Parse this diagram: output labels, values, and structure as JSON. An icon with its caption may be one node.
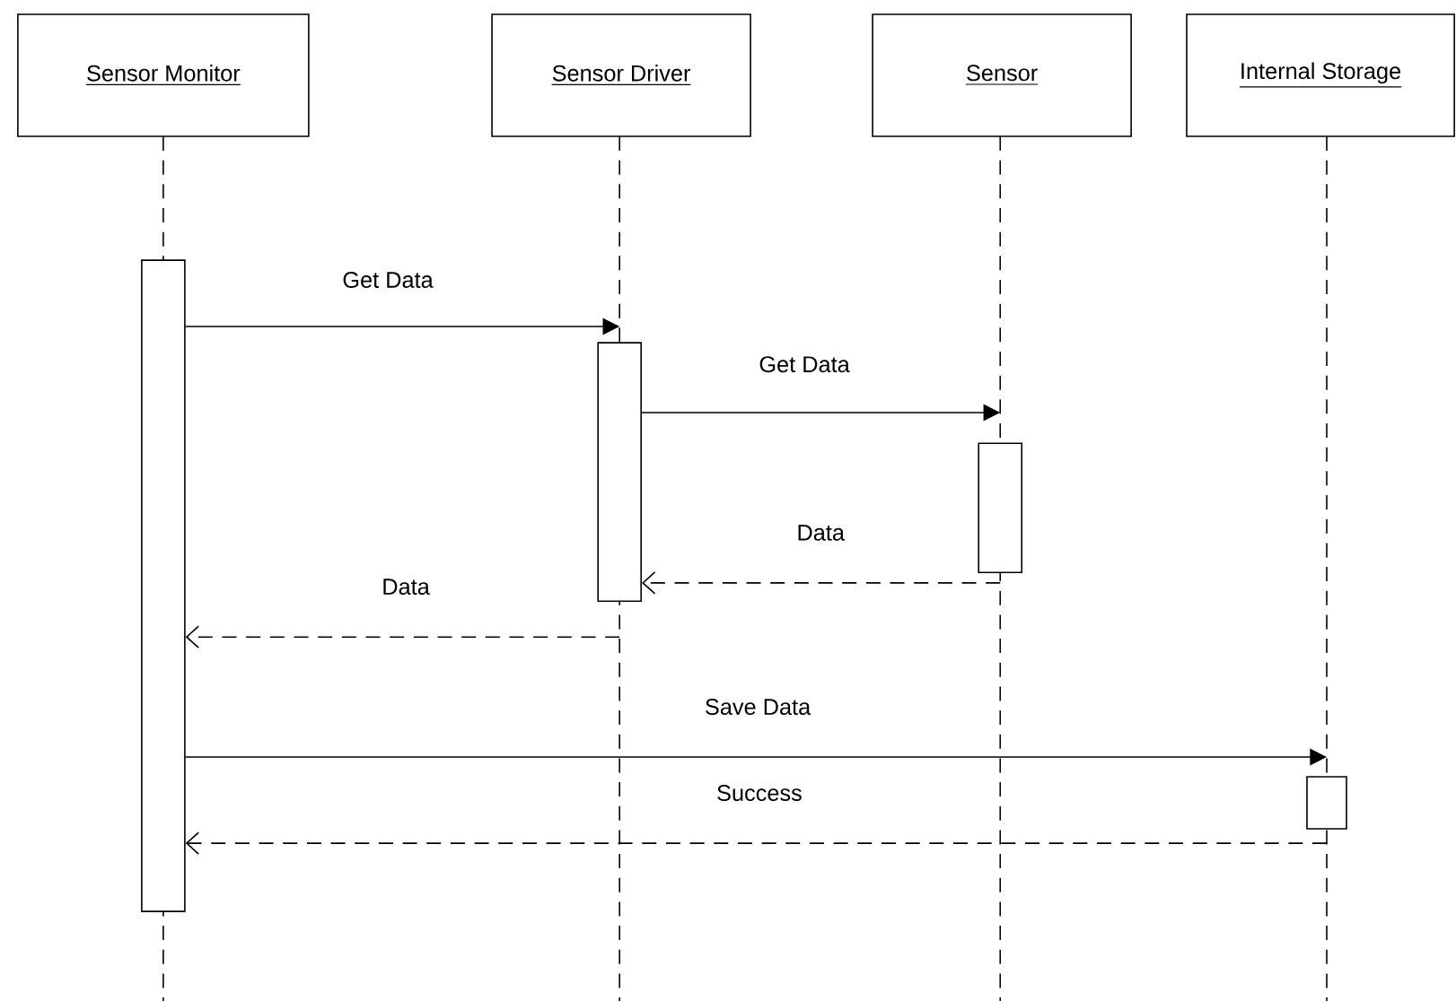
{
  "diagram": {
    "nodes": [
      {
        "text": [
          "Sensor Monitor"
        ]
      },
      {
        "text": [
          "Sensor Driver"
        ]
      },
      {
        "text": [
          "Sensor"
        ]
      },
      {
        "text": [
          "Internal Storage"
        ]
      },
      {
        "text": [],
        "shape": "bar"
      },
      {
        "text": [],
        "shape": "bar"
      },
      {
        "text": [],
        "shape": "bar"
      },
      {
        "text": [],
        "shape": "bar"
      }
    ],
    "edges": [
      {
        "from": 4,
        "to": 5,
        "arrow": "to",
        "label": "Get Data"
      },
      {
        "from": 5,
        "to": 6,
        "arrow": "to",
        "label": "Get Data"
      },
      {
        "from": 6,
        "to": 5,
        "arrow": "to",
        "label": "Data",
        "style": "dashed"
      },
      {
        "from": 5,
        "to": 4,
        "arrow": "to",
        "label": "Data",
        "style": "dashed"
      },
      {
        "from": 4,
        "to": 7,
        "arrow": "to",
        "label": "Save Data"
      },
      {
        "from": 7,
        "to": 4,
        "arrow": "to",
        "label": "Success",
        "style": "dashed"
      }
    ]
  }
}
